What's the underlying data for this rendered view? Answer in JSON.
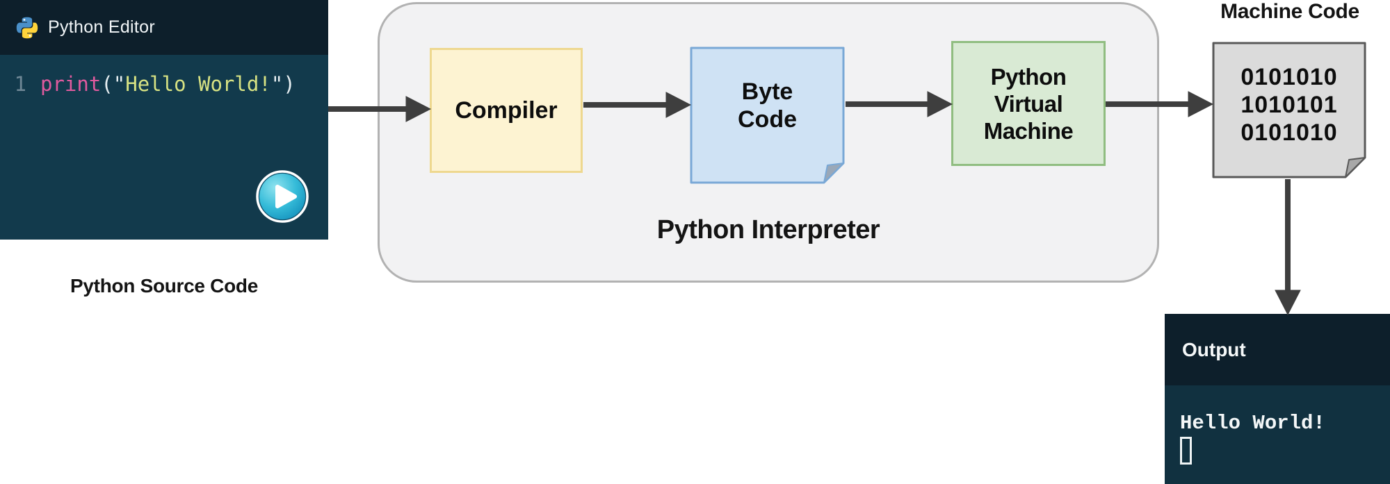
{
  "editor": {
    "title": "Python Editor",
    "line_number": "1",
    "tokens": [
      {
        "t": "print"
      },
      {
        "t": "(\""
      },
      {
        "t": "Hello World!"
      },
      {
        "t": "\")"
      }
    ],
    "caption": "Python Source Code"
  },
  "interpreter": {
    "label": "Python Interpreter",
    "compiler_label": "Compiler",
    "byte_code_lines": [
      "Byte",
      "Code"
    ],
    "pvm_lines": [
      "Python",
      "Virtual",
      "Machine"
    ]
  },
  "machine_code": {
    "title": "Machine Code",
    "lines": [
      "0101010",
      "1010101",
      "0101010"
    ]
  },
  "output": {
    "title": "Output",
    "text": "Hello World!"
  },
  "colors": {
    "editor_header_bg": "#0d1f2b",
    "editor_body_bg": "#123a4c",
    "keyword": "#df5a9e",
    "string": "#d7e283",
    "compiler_fill": "#fdf3d2",
    "compiler_border": "#eed88f",
    "byte_fill": "#cfe2f4",
    "byte_border": "#79a8d6",
    "pvm_fill": "#d9ead4",
    "pvm_border": "#90bd80",
    "machine_fill": "#dbdbdb",
    "machine_border": "#585858",
    "arrow": "#3e3e3e",
    "play_button": "#1ba3cc"
  }
}
